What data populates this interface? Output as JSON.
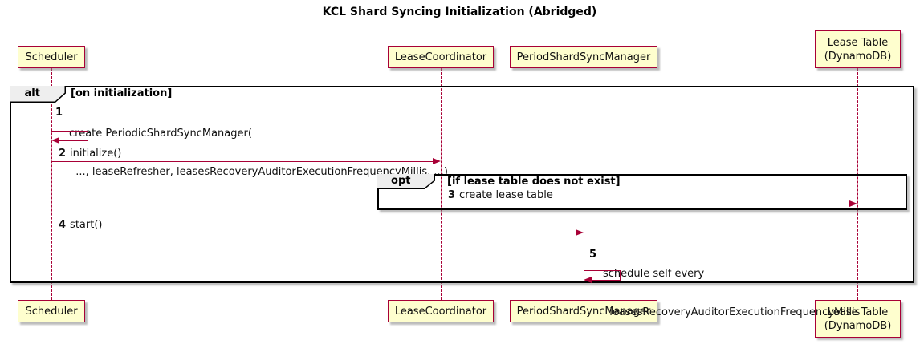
{
  "title": "KCL Shard Syncing Initialization (Abridged)",
  "participants": [
    {
      "id": "scheduler",
      "lines": [
        "Scheduler"
      ]
    },
    {
      "id": "lease-coordinator",
      "lines": [
        "LeaseCoordinator"
      ]
    },
    {
      "id": "period-shard-sync-manager",
      "lines": [
        "PeriodShardSyncManager"
      ]
    },
    {
      "id": "lease-table",
      "lines": [
        "Lease Table",
        "(DynamoDB)"
      ]
    }
  ],
  "frames": {
    "alt": {
      "keyword": "alt",
      "guard": "[on initialization]"
    },
    "opt": {
      "keyword": "opt",
      "guard": "[if lease table does not exist]"
    }
  },
  "messages": {
    "m1": {
      "num": "1",
      "lines": [
        "create PeriodicShardSyncManager(",
        "  ..., leaseRefresher, leasesRecoveryAuditorExecutionFrequencyMillis, ...)"
      ],
      "from": "Scheduler",
      "to": "Scheduler"
    },
    "m2": {
      "num": "2",
      "text": "initialize()",
      "from": "Scheduler",
      "to": "LeaseCoordinator"
    },
    "m3": {
      "num": "3",
      "text": "create lease table",
      "from": "LeaseCoordinator",
      "to": "Lease Table (DynamoDB)"
    },
    "m4": {
      "num": "4",
      "text": "start()",
      "from": "Scheduler",
      "to": "PeriodShardSyncManager"
    },
    "m5": {
      "num": "5",
      "lines": [
        "schedule self every",
        "  leasesRecoveryAuditorExecutionFrequencyMillis"
      ],
      "from": "PeriodShardSyncManager",
      "to": "PeriodShardSyncManager"
    }
  },
  "colors": {
    "participant_fill": "#FEFECE",
    "participant_border": "#A80036",
    "arrow": "#A80036",
    "frame_border": "#000000",
    "frame_tab_fill": "#EEEEEE",
    "background": "#FFFFFF"
  }
}
